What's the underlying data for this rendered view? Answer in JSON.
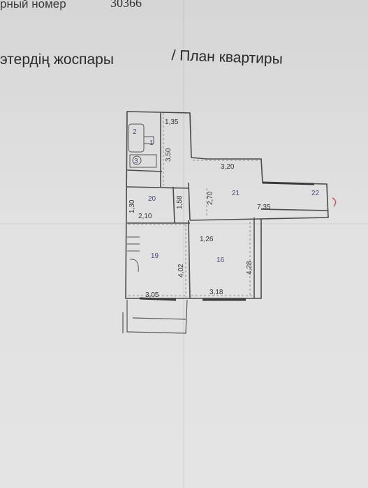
{
  "header": {
    "registry_label": "рный номер",
    "registry_number": "30366"
  },
  "titles": {
    "kazakh": "этердің жоспары",
    "russian": "/ План квартиры"
  },
  "plan": {
    "rooms": [
      {
        "id": "16",
        "label": "16"
      },
      {
        "id": "19",
        "label": "19"
      },
      {
        "id": "20",
        "label": "20"
      },
      {
        "id": "21",
        "label": "21"
      },
      {
        "id": "1",
        "label": "1"
      },
      {
        "id": "2",
        "label": "2"
      },
      {
        "id": "3",
        "label": "3"
      },
      {
        "id": "22",
        "label": "22"
      }
    ],
    "dimensions": {
      "d1_35": "1,35",
      "d3_50": "3,50",
      "d3_20": "3,20",
      "d2_70": "2,70",
      "d7_35": "7,35",
      "d1_30": "1,30",
      "d1_58": "1,58",
      "d2_10": "2,10",
      "d1_26": "1,26",
      "d4_02": "4,02",
      "d4_28": "4,28",
      "d3_05": "3,05",
      "d3_18": "3,18"
    },
    "colors": {
      "line": "#4a4a4a",
      "room_number": "#4a4a7a",
      "stamp_red": "#c0606a"
    }
  }
}
